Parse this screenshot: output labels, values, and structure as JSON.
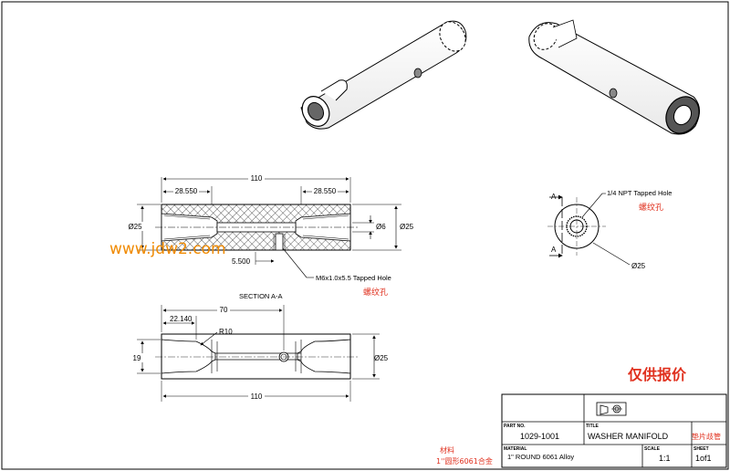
{
  "views": {
    "section_title": "SECTION A-A",
    "top": {
      "overall": "110",
      "left_bore": "28.550",
      "right_bore": "28.550",
      "dia_left": "Ø25",
      "dia_bore": "Ø6",
      "dia_right": "Ø25",
      "hole_offset": "5.500",
      "tapped_hole_note": "M6x1.0x5.5 Tapped Hole",
      "tapped_hole_cn": "螺纹孔"
    },
    "end": {
      "npt_note": "1/4 NPT Tapped Hole",
      "npt_cn": "螺纹孔",
      "diameter": "Ø25",
      "section_a_top": "A",
      "section_a_bottom": "A"
    },
    "bottom": {
      "length_70": "70",
      "length_22": "22.140",
      "radius": "R10",
      "dia_left": "19",
      "dia_right": "Ø25",
      "overall": "110"
    }
  },
  "watermark": "www.jdw2.com",
  "price_note": "仅供报价",
  "title_block": {
    "part_no_label": "PART NO.",
    "part_no": "1029-1001",
    "title_label": "TITLE",
    "title": "WASHER MANIFOLD",
    "title_cn": "垫片歧管",
    "material_label": "MATERIAL",
    "material": "1\" ROUND 6061 Alloy",
    "scale_label": "SCALE",
    "scale": "1:1",
    "sheet_label": "SHEET",
    "sheet": "1of1",
    "material_cn_1": "材料",
    "material_cn_2": "1''圆形6061合金"
  },
  "colors": {
    "red_note": "#e0301e",
    "orange_note": "#f08a00",
    "hatch": "#000000"
  }
}
